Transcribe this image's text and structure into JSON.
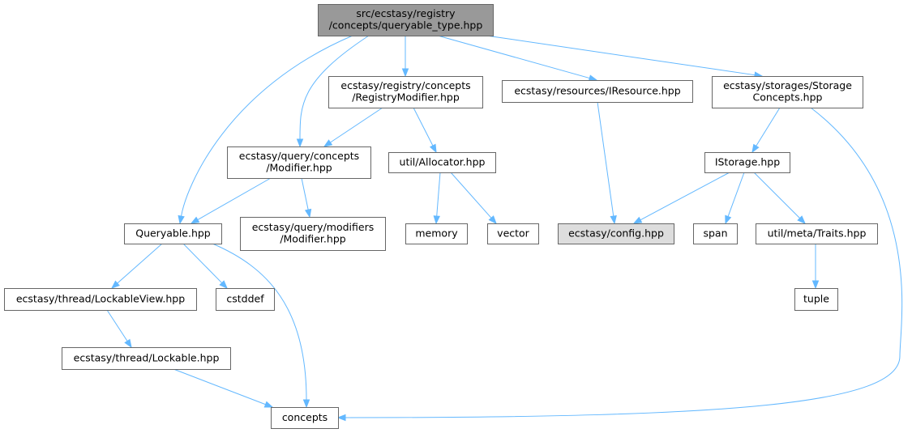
{
  "graph": {
    "nodes": [
      {
        "id": "root",
        "lines": [
          "src/ecstasy/registry",
          "/concepts/queryable_type.hpp"
        ],
        "style": "root"
      },
      {
        "id": "registry_modifier",
        "lines": [
          "ecstasy/registry/concepts",
          "/RegistryModifier.hpp"
        ]
      },
      {
        "id": "iresource",
        "lines": [
          "ecstasy/resources/IResource.hpp"
        ]
      },
      {
        "id": "storage_concepts",
        "lines": [
          "ecstasy/storages/Storage",
          "Concepts.hpp"
        ]
      },
      {
        "id": "query_modifier",
        "lines": [
          "ecstasy/query/concepts",
          "/Modifier.hpp"
        ]
      },
      {
        "id": "allocator",
        "lines": [
          "util/Allocator.hpp"
        ]
      },
      {
        "id": "istorage",
        "lines": [
          "IStorage.hpp"
        ]
      },
      {
        "id": "queryable",
        "lines": [
          "Queryable.hpp"
        ]
      },
      {
        "id": "modifiers_modifier",
        "lines": [
          "ecstasy/query/modifiers",
          "/Modifier.hpp"
        ]
      },
      {
        "id": "memory",
        "lines": [
          "memory"
        ]
      },
      {
        "id": "vector",
        "lines": [
          "vector"
        ]
      },
      {
        "id": "config",
        "lines": [
          "ecstasy/config.hpp"
        ],
        "style": "gray"
      },
      {
        "id": "span",
        "lines": [
          "span"
        ]
      },
      {
        "id": "traits",
        "lines": [
          "util/meta/Traits.hpp"
        ]
      },
      {
        "id": "lockable_view",
        "lines": [
          "ecstasy/thread/LockableView.hpp"
        ]
      },
      {
        "id": "cstddef",
        "lines": [
          "cstddef"
        ]
      },
      {
        "id": "tuple",
        "lines": [
          "tuple"
        ]
      },
      {
        "id": "lockable",
        "lines": [
          "ecstasy/thread/Lockable.hpp"
        ]
      },
      {
        "id": "concepts",
        "lines": [
          "concepts"
        ]
      }
    ],
    "edges": [
      [
        "root",
        "registry_modifier"
      ],
      [
        "root",
        "iresource"
      ],
      [
        "root",
        "storage_concepts"
      ],
      [
        "root",
        "query_modifier"
      ],
      [
        "root",
        "queryable"
      ],
      [
        "registry_modifier",
        "query_modifier"
      ],
      [
        "registry_modifier",
        "allocator"
      ],
      [
        "iresource",
        "config"
      ],
      [
        "storage_concepts",
        "istorage"
      ],
      [
        "storage_concepts",
        "concepts"
      ],
      [
        "query_modifier",
        "queryable"
      ],
      [
        "query_modifier",
        "modifiers_modifier"
      ],
      [
        "allocator",
        "memory"
      ],
      [
        "allocator",
        "vector"
      ],
      [
        "istorage",
        "config"
      ],
      [
        "istorage",
        "span"
      ],
      [
        "istorage",
        "traits"
      ],
      [
        "traits",
        "tuple"
      ],
      [
        "queryable",
        "lockable_view"
      ],
      [
        "queryable",
        "cstddef"
      ],
      [
        "queryable",
        "concepts"
      ],
      [
        "lockable_view",
        "lockable"
      ],
      [
        "lockable",
        "concepts"
      ]
    ]
  },
  "colors": {
    "edge": "#63b8ff",
    "node_border": "#666666",
    "node_fill": "#ffffff",
    "root_fill": "#999999",
    "gray_fill": "#dddddd",
    "text": "#000000"
  }
}
